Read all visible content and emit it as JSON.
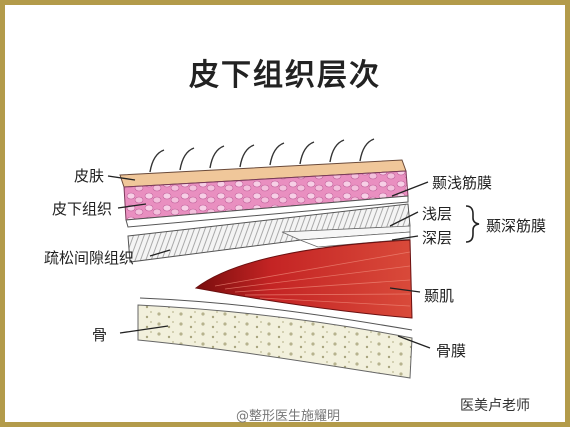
{
  "title": "皮下组织层次",
  "labels": {
    "skin": "皮肤",
    "subcutaneous": "皮下组织",
    "loose_areolar": "疏松间隙组织",
    "bone": "骨",
    "superficial_temporal_fascia": "颞浅筋膜",
    "superficial_layer": "浅层",
    "deep_layer": "深层",
    "deep_temporal_fascia": "颞深筋膜",
    "temporalis": "颞肌",
    "periosteum": "骨膜"
  },
  "watermark": {
    "weibo": "@整形医生施耀明",
    "brand": "医美卢老师"
  }
}
